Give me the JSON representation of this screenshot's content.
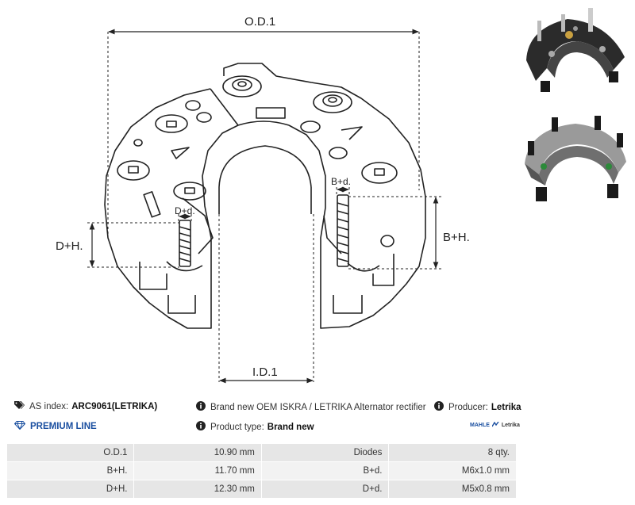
{
  "drawing": {
    "od_label": "O.D.1",
    "id_label": "I.D.1",
    "bh_label": "B+H.",
    "dh_label": "D+H.",
    "bd_label": "B+d.",
    "dd_label": "D+d."
  },
  "info": {
    "as_index_label": "AS index:",
    "as_index_value": "ARC9061(LETRIKA)",
    "description": "Brand new OEM ISKRA / LETRIKA Alternator rectifier",
    "producer_label": "Producer:",
    "producer_value": "Letrika",
    "premium_line": "PREMIUM LINE",
    "product_type_label": "Product type:",
    "product_type_value": "Brand new",
    "brand_logo_mahle": "MAHLE",
    "brand_logo_letrika": "Letrika"
  },
  "specs": [
    {
      "label1": "O.D.1",
      "value1": "10.90 mm",
      "label2": "Diodes",
      "value2": "8 qty."
    },
    {
      "label1": "B+H.",
      "value1": "11.70 mm",
      "label2": "B+d.",
      "value2": "M6x1.0 mm"
    },
    {
      "label1": "D+H.",
      "value1": "12.30 mm",
      "label2": "D+d.",
      "value2": "M5x0.8 mm"
    }
  ],
  "icons": {
    "as_index": "tags-icon",
    "description": "info-icon",
    "producer": "info-icon",
    "premium": "diamond-icon",
    "product_type": "info-icon"
  }
}
